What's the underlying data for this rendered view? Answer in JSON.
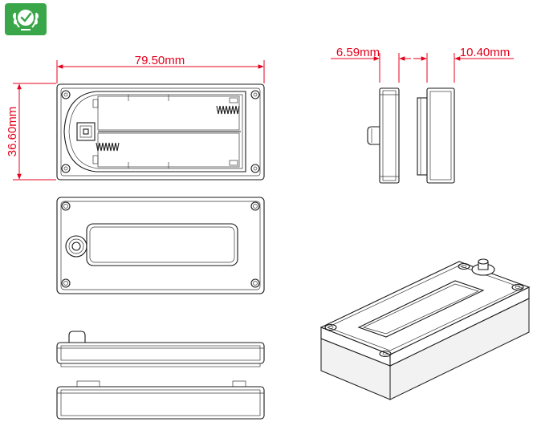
{
  "logo": {
    "icon": "checkmark-laurel-icon",
    "brand_color": "#3aa64a"
  },
  "dimensions": {
    "width": "79.50mm",
    "height": "36.60mm",
    "lid_thickness": "6.59mm",
    "base_thickness": "10.40mm"
  },
  "colors": {
    "dimension": "#e4001b",
    "outline": "#1a1a1a"
  }
}
